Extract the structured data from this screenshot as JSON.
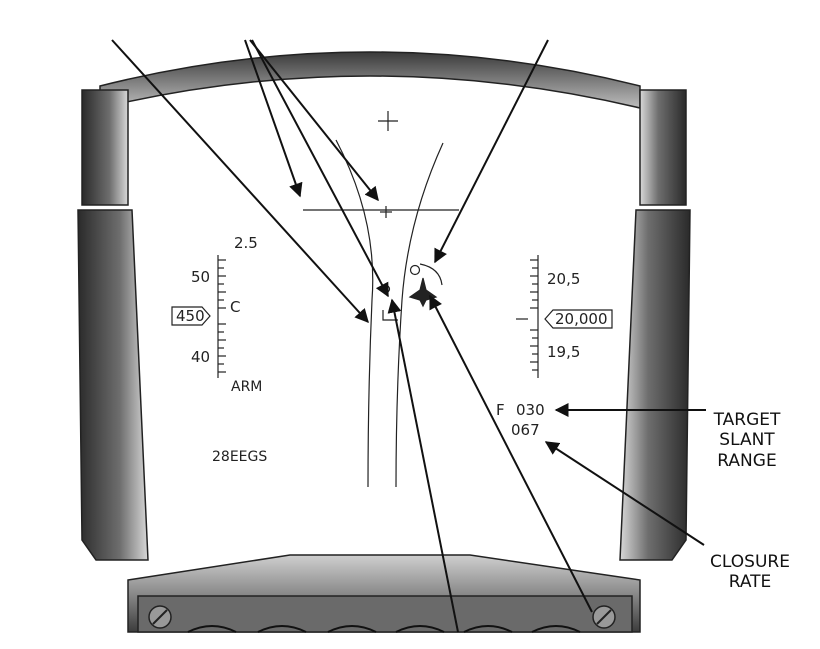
{
  "hud": {
    "left_scale": {
      "top_value": "2.5",
      "tick_50": "50",
      "tick_40": "40",
      "box_value": "450",
      "mode_letter": "C",
      "arm_status": "ARM",
      "weapon_mode": "28EEGS"
    },
    "right_scale": {
      "upper": "20,5",
      "box_value": "20,000",
      "lower": "19,5"
    },
    "target": {
      "range_prefix": "F",
      "range_value": "030",
      "closure_value": "067"
    }
  },
  "callouts": {
    "slant_range": [
      "TARGET",
      "SLANT",
      "RANGE"
    ],
    "closure_rate": [
      "CLOSURE",
      "RATE"
    ]
  }
}
